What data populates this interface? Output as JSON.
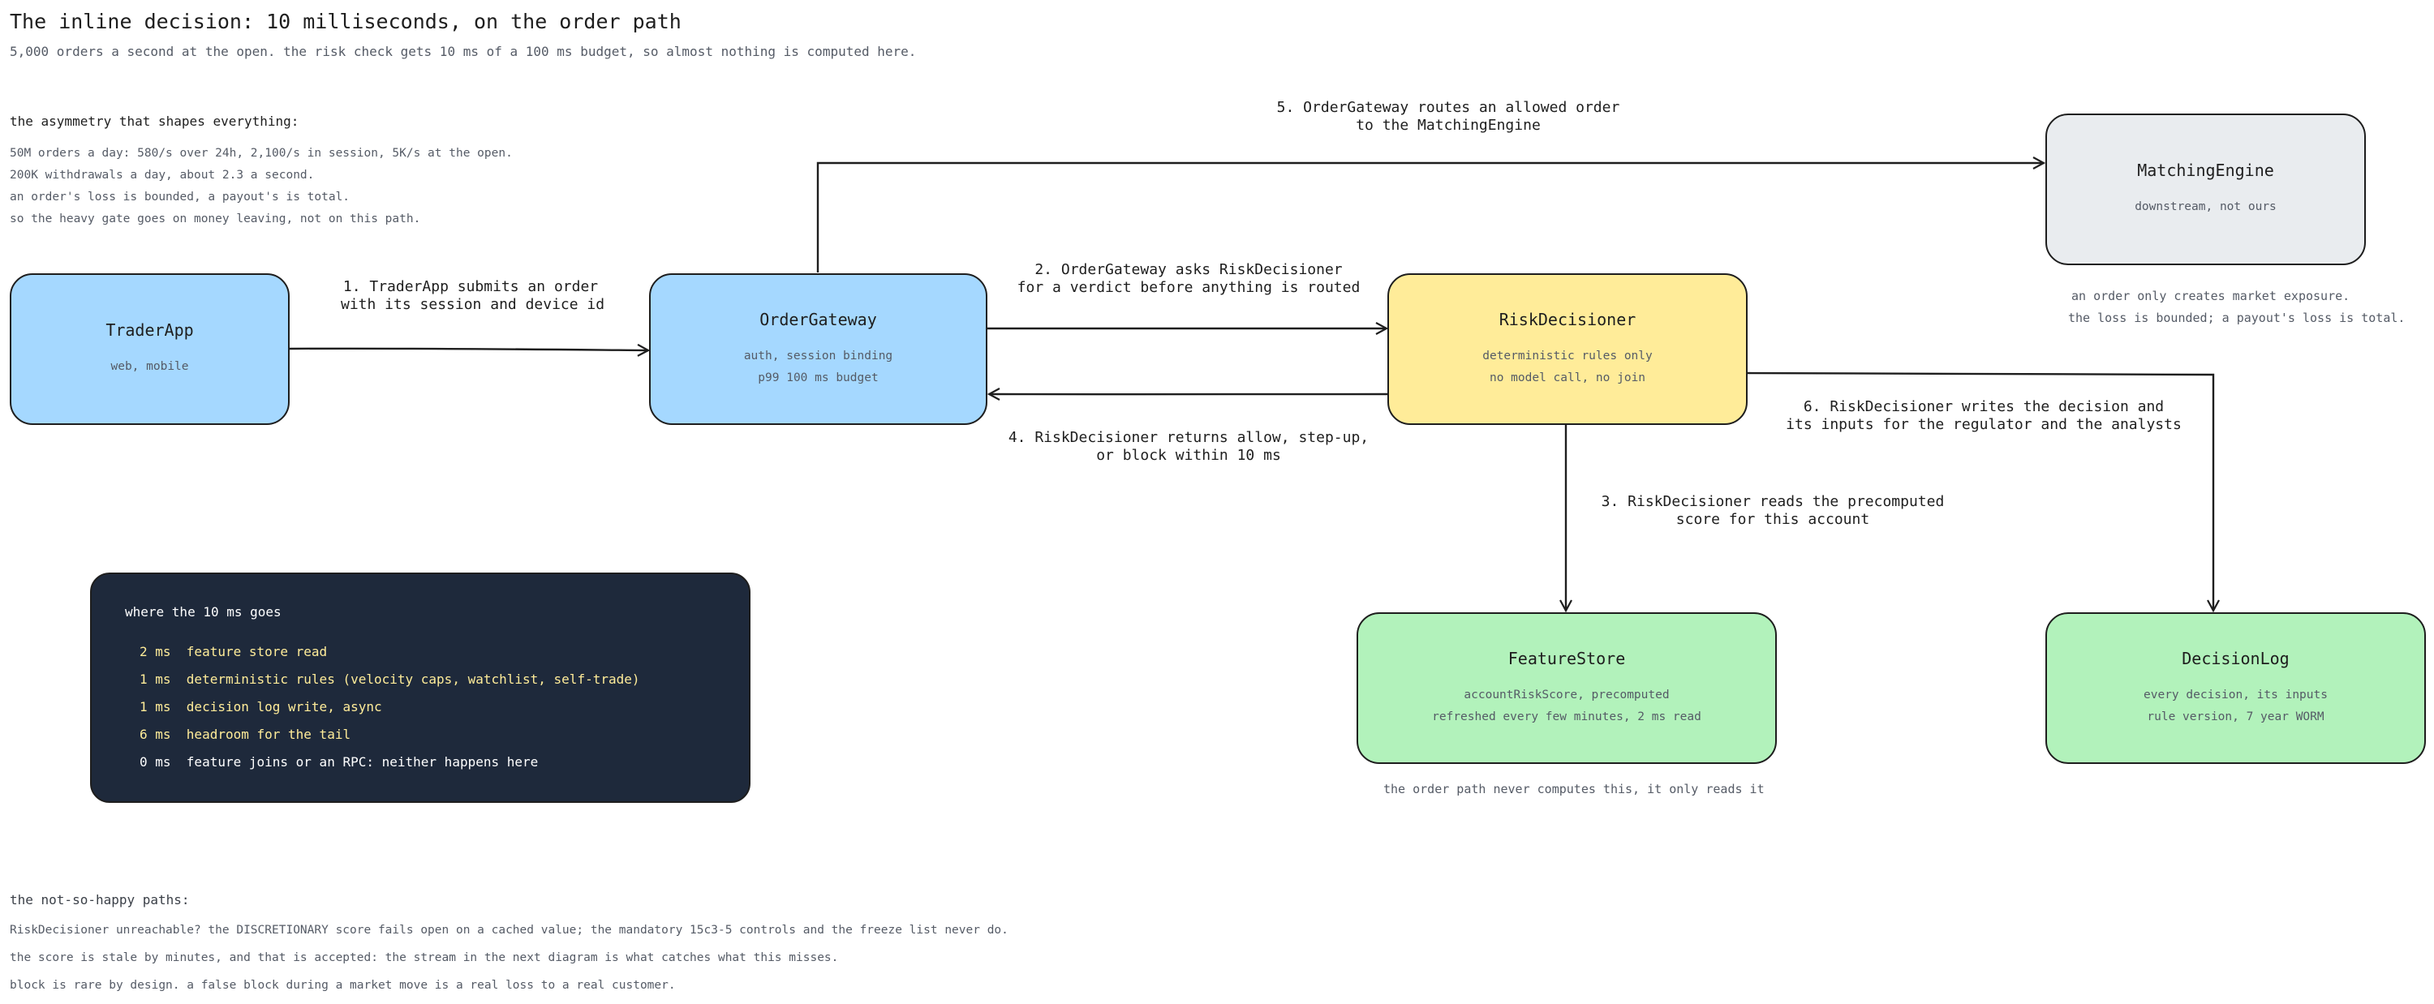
{
  "title": "The inline decision: 10 milliseconds, on the order path",
  "subtitle": "5,000 orders a second at the open. the risk check gets 10 ms of a 100 ms budget, so almost nothing is computed here.",
  "asymmetry": {
    "heading": "the asymmetry that shapes everything:",
    "lines": [
      "50M orders a day: 580/s over 24h, 2,100/s in session, 5K/s at the open.",
      "200K withdrawals a day, about 2.3 a second.",
      "an order's loss is bounded, a payout's is total.",
      "so the heavy gate goes on money leaving, not on this path."
    ]
  },
  "nodes": {
    "trader_app": {
      "title": "TraderApp",
      "sub": [
        "web, mobile"
      ],
      "color": "#a5d8ff"
    },
    "order_gateway": {
      "title": "OrderGateway",
      "sub": [
        "auth, session binding",
        "p99 100 ms budget"
      ],
      "color": "#a5d8ff"
    },
    "risk_decisioner": {
      "title": "RiskDecisioner",
      "sub": [
        "deterministic rules only",
        "no model call, no join"
      ],
      "color": "#ffec99"
    },
    "matching_engine": {
      "title": "MatchingEngine",
      "sub": [
        "downstream, not ours"
      ],
      "color": "#e9ecef"
    },
    "feature_store": {
      "title": "FeatureStore",
      "sub": [
        "accountRiskScore, precomputed",
        "refreshed every few minutes, 2 ms read"
      ],
      "color": "#b2f2bb"
    },
    "decision_log": {
      "title": "DecisionLog",
      "sub": [
        "every decision, its inputs",
        "rule version, 7 year WORM"
      ],
      "color": "#b2f2bb"
    }
  },
  "edges": [
    {
      "id": "1",
      "lines": [
        "1. TraderApp submits an order",
        "with its session and device id"
      ]
    },
    {
      "id": "2",
      "lines": [
        "2. OrderGateway asks RiskDecisioner",
        "for a verdict before anything is routed"
      ]
    },
    {
      "id": "3",
      "lines": [
        "3. RiskDecisioner reads the precomputed",
        "score for this account"
      ]
    },
    {
      "id": "4",
      "lines": [
        "4. RiskDecisioner returns allow, step-up,",
        "or block within 10 ms"
      ]
    },
    {
      "id": "5",
      "lines": [
        "5. OrderGateway routes an allowed order",
        "to the MatchingEngine"
      ]
    },
    {
      "id": "6",
      "lines": [
        "6. RiskDecisioner writes the decision and",
        "its inputs for the regulator and the analysts"
      ]
    }
  ],
  "matching_note": [
    "an order only creates market exposure.",
    "the loss is bounded; a payout's loss is total."
  ],
  "feature_note": "the order path never computes this, it only reads it",
  "budget_panel": {
    "heading": "where the 10 ms goes",
    "rows": [
      {
        "ms": "2 ms",
        "text": "feature store read",
        "color": "#ffec99"
      },
      {
        "ms": "1 ms",
        "text": "deterministic rules (velocity caps, watchlist, self-trade)",
        "color": "#ffec99"
      },
      {
        "ms": "1 ms",
        "text": "decision log write, async",
        "color": "#ffec99"
      },
      {
        "ms": "6 ms",
        "text": "headroom for the tail",
        "color": "#ffec99"
      },
      {
        "ms": "0 ms",
        "text": "feature joins or an RPC: neither happens here",
        "color": "#ffffff"
      }
    ]
  },
  "unhappy": {
    "heading": "the not-so-happy paths:",
    "lines": [
      "RiskDecisioner unreachable? the DISCRETIONARY score fails open on a cached value; the mandatory 15c3-5 controls and the freeze list never do.",
      "the score is stale by minutes, and that is accepted: the stream in the next diagram is what catches what this misses.",
      "block is rare by design. a false block during a market move is a real loss to a real customer."
    ]
  }
}
